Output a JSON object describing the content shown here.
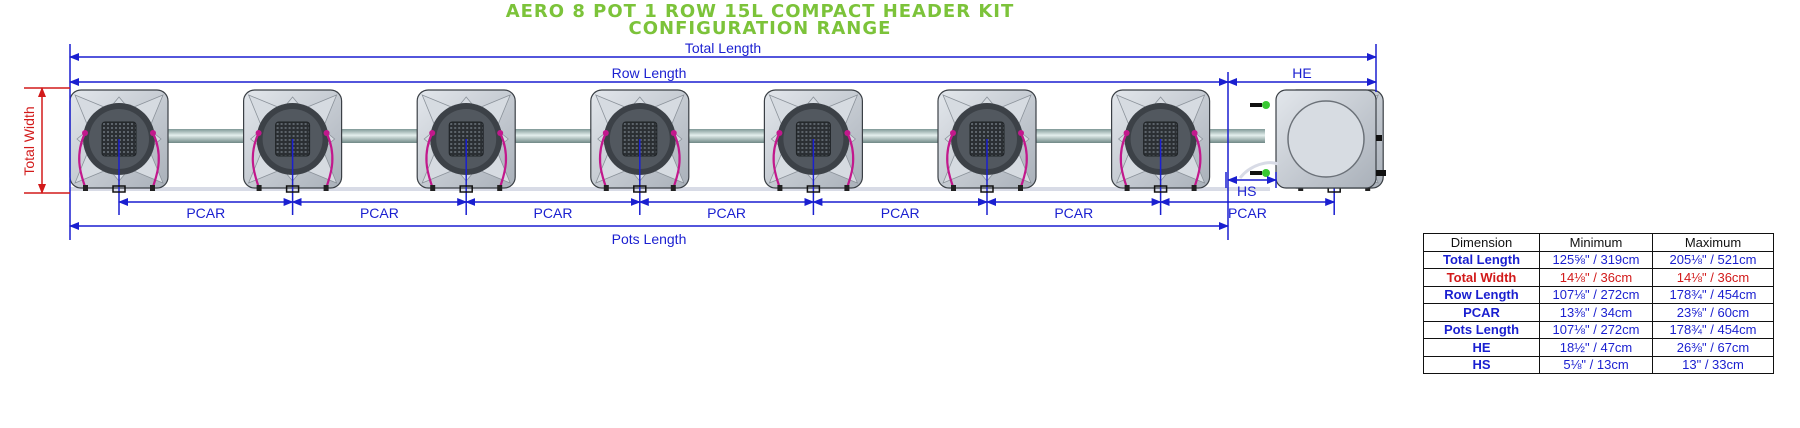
{
  "title": {
    "line1": "AERO 8 POT 1 ROW 15L COMPACT HEADER KIT",
    "line2": "CONFIGURATION RANGE"
  },
  "labels": {
    "total_length": "Total Length",
    "row_length": "Row Length",
    "he": "HE",
    "hs": "HS",
    "total_width": "Total Width",
    "pcar": "PCAR",
    "pots_length": "Pots Length"
  },
  "colors": {
    "title": "#7cc33a",
    "dimension": "#1a1fd0",
    "total_width": "#d21a1a",
    "pot_body": "#c9ced6",
    "pipe": "#9fb7b4",
    "hose": "#c2188c"
  },
  "pot_count": 8,
  "table": {
    "headers": [
      "Dimension",
      "Minimum",
      "Maximum"
    ],
    "rows": [
      {
        "name": "Total Length",
        "min": "125⅝\" / 319cm",
        "max": "205⅛\" / 521cm"
      },
      {
        "name": "Total Width",
        "min": "14⅛\" / 36cm",
        "max": "14⅛\" / 36cm"
      },
      {
        "name": "Row Length",
        "min": "107⅛\" / 272cm",
        "max": "178¾\" / 454cm"
      },
      {
        "name": "PCAR",
        "min": "13⅜\" / 34cm",
        "max": "23⅝\" / 60cm"
      },
      {
        "name": "Pots Length",
        "min": "107⅛\" / 272cm",
        "max": "178¾\" / 454cm"
      },
      {
        "name": "HE",
        "min": "18½\" / 47cm",
        "max": "26⅜\" / 67cm"
      },
      {
        "name": "HS",
        "min": "5⅛\" / 13cm",
        "max": "13\" / 33cm"
      }
    ]
  }
}
